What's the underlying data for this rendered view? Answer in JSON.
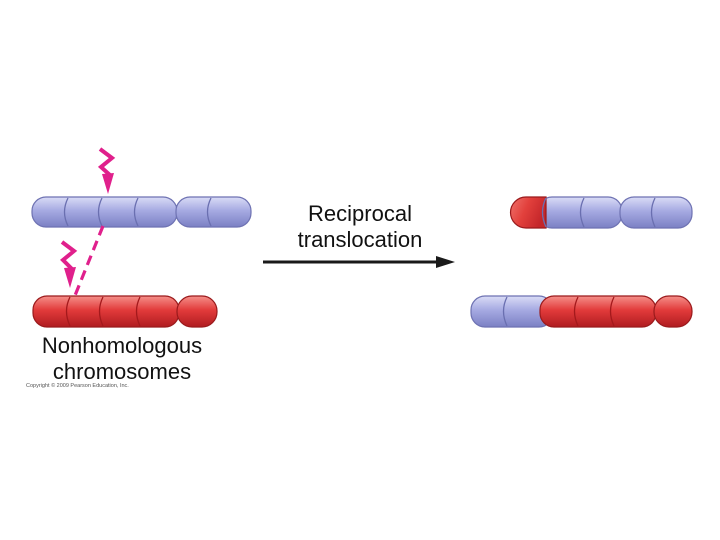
{
  "labels": {
    "process_line1": "Reciprocal",
    "process_line2": "translocation",
    "input_line1": "Nonhomologous",
    "input_line2": "chromosomes"
  },
  "copyright": "Copyright © 2009 Pearson Education, Inc.",
  "colors": {
    "blue_chromosome": "#a3a7e0",
    "red_chromosome": "#e23b3b",
    "break_marker": "#e0208c",
    "arrow": "#1a1a1a"
  },
  "icons": {
    "break": "lightning-bolt-icon",
    "process": "right-arrow-icon"
  }
}
